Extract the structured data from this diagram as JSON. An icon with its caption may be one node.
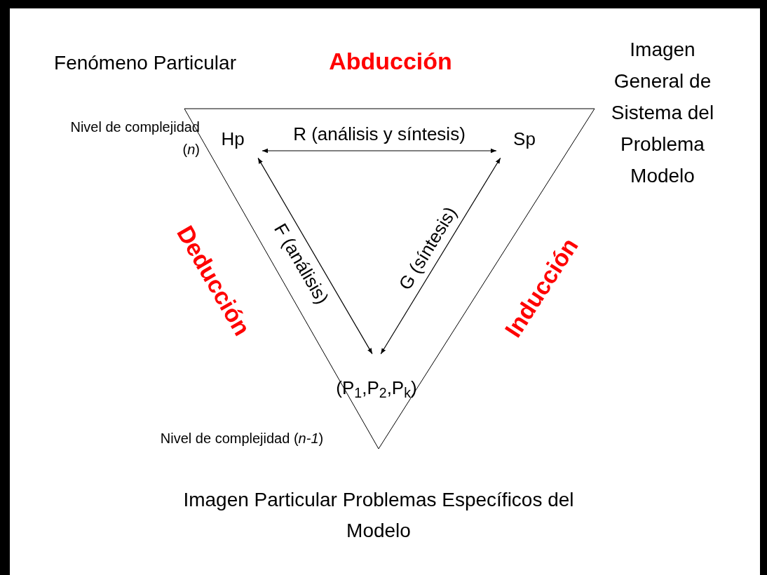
{
  "diagram": {
    "nodes": [
      {
        "text": [
          "Hp"
        ]
      },
      {
        "text": [
          "Sp"
        ]
      },
      {
        "text": [
          "(P$_{1}$,P$_{2}$,P$_{k}$)"
        ]
      }
    ],
    "edges": [
      {
        "from": 0,
        "to": 1,
        "arrow": "both",
        "label": "R (análisis y síntesis)"
      },
      {
        "from": 0,
        "to": 2,
        "arrow": "both",
        "label": "F (análisis)"
      },
      {
        "from": 1,
        "to": 2,
        "arrow": "both",
        "label": "G (síntesis)"
      }
    ],
    "labels": [
      "Fenómeno Particular",
      "Abducción",
      "Imagen General de Sistema del Problema Modelo",
      "Nivel de complejidad (*n*)",
      "Deducción",
      "Inducción",
      "Nivel de complejidad (*n-1*)",
      "Imagen Particular Problemas Específicos del Modelo"
    ]
  }
}
